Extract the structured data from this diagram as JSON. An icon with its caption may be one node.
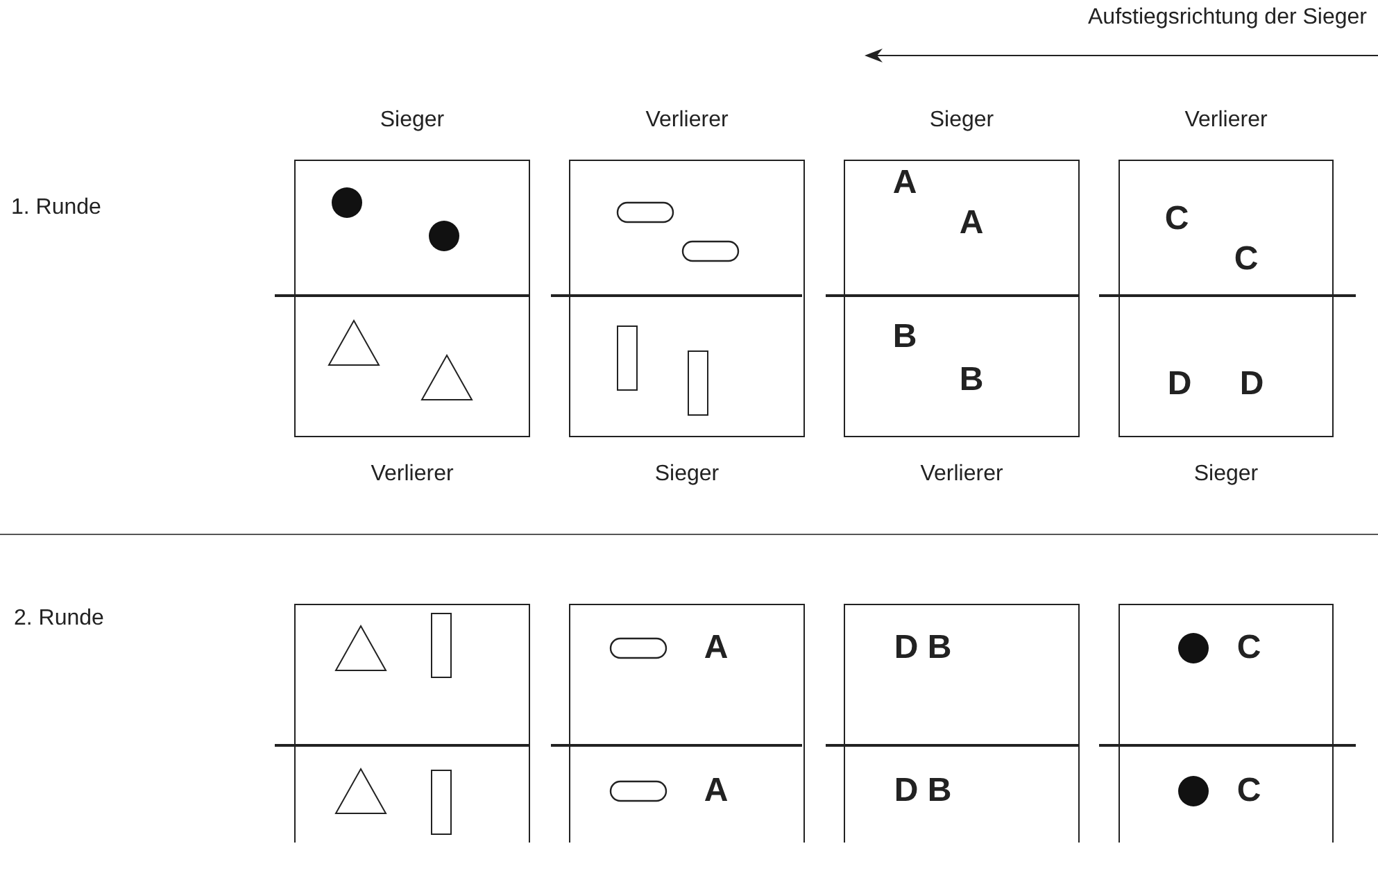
{
  "diagram": {
    "nodes": [
      {
        "text": [],
        "shape": "box",
        "beside": [
          "Sieger",
          "Verlierer"
        ]
      },
      {
        "text": [],
        "shape": "box",
        "beside": [
          "Verlierer",
          "Sieger"
        ]
      },
      {
        "text": [
          "A",
          "A",
          "B",
          "B"
        ],
        "beside": [
          "Sieger",
          "Verlierer"
        ]
      },
      {
        "text": [
          "C",
          "C",
          "D",
          "D"
        ],
        "beside": [
          "Verlierer",
          "Sieger"
        ]
      },
      {
        "text": [],
        "shape": "box"
      },
      {
        "text": [
          "A",
          "A"
        ]
      },
      {
        "text": [
          "D B",
          "D B"
        ]
      },
      {
        "text": [
          "C",
          "C"
        ]
      }
    ],
    "edges": [],
    "labels": [
      "Aufstiegsrichtung der Sieger",
      "1. Runde",
      "2. Runde"
    ]
  }
}
